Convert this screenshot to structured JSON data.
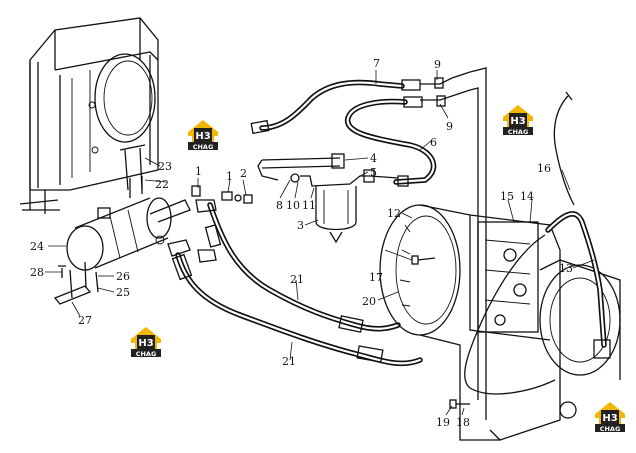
{
  "logo": {
    "mark": "H3",
    "text": "CHAG",
    "colors": {
      "yellow": "#f2b705",
      "dark": "#222222",
      "white": "#ffffff"
    }
  },
  "parts": [
    {
      "id": "p1a",
      "label": "1"
    },
    {
      "id": "p1b",
      "label": "1"
    },
    {
      "id": "p2",
      "label": "2"
    },
    {
      "id": "p3",
      "label": "3"
    },
    {
      "id": "p4",
      "label": "4"
    },
    {
      "id": "p5",
      "label": "5"
    },
    {
      "id": "p6",
      "label": "6"
    },
    {
      "id": "p7",
      "label": "7"
    },
    {
      "id": "p8",
      "label": "8"
    },
    {
      "id": "p9a",
      "label": "9"
    },
    {
      "id": "p9b",
      "label": "9"
    },
    {
      "id": "p10",
      "label": "10"
    },
    {
      "id": "p11",
      "label": "11"
    },
    {
      "id": "p12",
      "label": "12"
    },
    {
      "id": "p13",
      "label": "13"
    },
    {
      "id": "p14",
      "label": "14"
    },
    {
      "id": "p15",
      "label": "15"
    },
    {
      "id": "p16",
      "label": "16"
    },
    {
      "id": "p17",
      "label": "17"
    },
    {
      "id": "p18",
      "label": "18"
    },
    {
      "id": "p19",
      "label": "19"
    },
    {
      "id": "p20",
      "label": "20"
    },
    {
      "id": "p21a",
      "label": "21"
    },
    {
      "id": "p21b",
      "label": "21"
    },
    {
      "id": "p22",
      "label": "22"
    },
    {
      "id": "p23",
      "label": "23"
    },
    {
      "id": "p24",
      "label": "24"
    },
    {
      "id": "p25",
      "label": "25"
    },
    {
      "id": "p26",
      "label": "26"
    },
    {
      "id": "p27",
      "label": "27"
    },
    {
      "id": "p28",
      "label": "28"
    }
  ]
}
